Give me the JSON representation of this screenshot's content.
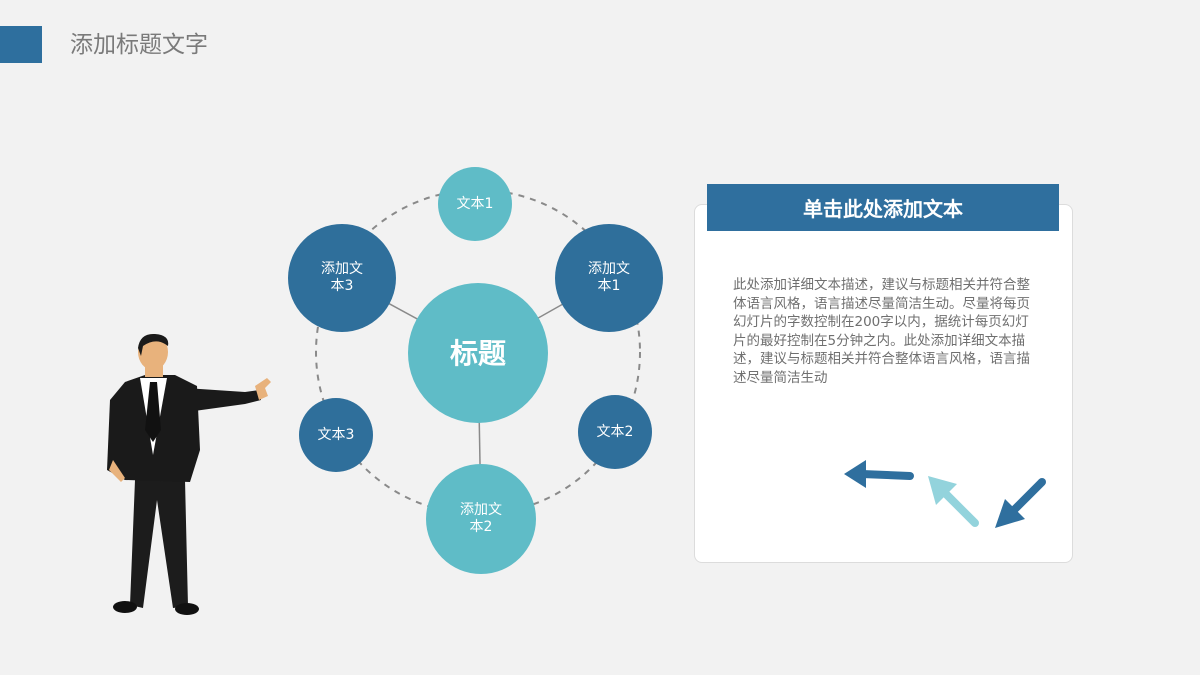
{
  "header": {
    "title": "添加标题文字"
  },
  "diagram": {
    "center": "标题",
    "nodes": [
      {
        "id": "top",
        "lines": [
          "文本1"
        ]
      },
      {
        "id": "upper-right",
        "lines": [
          "添加文",
          "本1"
        ]
      },
      {
        "id": "right",
        "lines": [
          "文本2"
        ]
      },
      {
        "id": "bottom",
        "lines": [
          "添加文",
          "本2"
        ]
      },
      {
        "id": "left",
        "lines": [
          "文本3"
        ]
      },
      {
        "id": "upper-left",
        "lines": [
          "添加文",
          "本3"
        ]
      }
    ]
  },
  "card": {
    "title": "单击此处添加文本",
    "body": "此处添加详细文本描述，建议与标题相关并符合整体语言风格，语言描述尽量简洁生动。尽量将每页幻灯片的字数控制在200字以内，据统计每页幻灯片的最好控制在5分钟之内。此处添加详细文本描述，建议与标题相关并符合整体语言风格，语言描述尽量简洁生动"
  },
  "colors": {
    "accent": "#2e6f9e",
    "teal": "#5fbcc7",
    "blue": "#2f6f9b",
    "background": "#f2f2f2"
  }
}
